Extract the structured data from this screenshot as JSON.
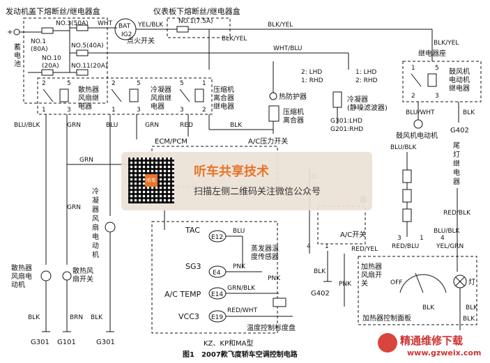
{
  "headers": {
    "engine_box": "发动机盖下熔断丝/继电器盒",
    "dash_box": "仪表板下熔断丝/继电器盒"
  },
  "battery": {
    "sign": "+",
    "label_1": "蓄",
    "label_2": "电",
    "label_3": "池"
  },
  "fuses": {
    "no3": "NO.3(50A)",
    "no1": "NO.1",
    "no1_amp": "(80A)",
    "no5": "NO.5(40A)",
    "no10": "NO.10",
    "no10_amp": "(20A)",
    "no11": "NO.11(20A)",
    "dash_no1": "NO.1(7.5A)"
  },
  "ignition": {
    "bat": "BAT",
    "ig2": "IG2",
    "label": "点火开关"
  },
  "wires": {
    "whit": "WHT",
    "yel_blk": "YEL/BLK",
    "blk_yel_top": "BLK/YEL",
    "blk_yel_mid": "BLK/YEL",
    "blk_yel_right": "BLK/YEL",
    "wht_blu": "WHT/BLU",
    "blu_blk": "BLU/BLK",
    "grn_1": "GRN",
    "blu": "BLU",
    "grn_2": "GRN",
    "red": "RED",
    "blk_1": "BLK",
    "blk_2": "BLK",
    "blu_wht": "BLU/WHT",
    "blu_blk_2": "BLU/BLK",
    "grn_ecm": "GRN",
    "grn_3": "GRN",
    "blk_g301a": "BLK",
    "brn": "BRN",
    "blk_g301b": "BLK",
    "blu_tac": "BLU",
    "pnk": "PNK",
    "grn_blk": "GRN/BLK",
    "red_wht": "RED/WHT",
    "pnk_2": "PNK",
    "red_blk": "RED/BLK",
    "blu_blk_3": "BLU/BLK",
    "red_yel": "RED/YEL",
    "red_blu": "RED/BLU",
    "yel_grn": "YEL/GRN",
    "blk_3": "BLK",
    "blk_4": "BLK",
    "pnk_3": "PNK",
    "el": "EL",
    "blk_heater": "BLK",
    "blk_g402b": "BLK"
  },
  "components": {
    "radiator_relay_1": "散热器",
    "radiator_relay_2": "风扇继",
    "radiator_relay_3": "电器",
    "condenser_relay_1": "冷凝器",
    "condenser_relay_2": "风扇继",
    "condenser_relay_3": "电器",
    "clutch_relay_1": "压缩机",
    "clutch_relay_2": "离合器",
    "clutch_relay_3": "继电器",
    "thermal_protector": "热防护器",
    "compressor_clutch_1": "压缩机",
    "compressor_clutch_2": "离合器",
    "lhd_rhd_1": "2: LHD",
    "lhd_rhd_2": "1: RHD",
    "lhd_rhd_3": "1: LHD",
    "lhd_rhd_4": "2: RHD",
    "condenser_filter_1": "冷凝器",
    "condenser_filter_2": "(静噪滤波器)",
    "relay_base": "继电器座",
    "blower_relay_1": "鼓风机",
    "blower_relay_2": "电动机",
    "blower_relay_3": "继电器",
    "blower_motor": "鼓风机电动机",
    "ac_pressure": "A/C压力开关",
    "ecm_pcm": "ECM/PCM",
    "condenser_motor_1": "冷",
    "condenser_motor_2": "凝",
    "condenser_motor_3": "器",
    "condenser_motor_4": "风",
    "condenser_motor_5": "扇",
    "condenser_motor_6": "电",
    "condenser_motor_7": "动",
    "condenser_motor_8": "机",
    "radiator_motor_1": "散热器",
    "radiator_motor_2": "风扇电",
    "radiator_motor_3": "动机",
    "fan_switch_1": "散热风",
    "fan_switch_2": "扇开关",
    "tac": "TAC",
    "sg3": "SG3",
    "ac_temp": "A/C TEMP",
    "vcc3": "VCC3",
    "evap_sensor_1": "蒸发器温",
    "evap_sensor_2": "度传感器",
    "temp_dial": "温度控制标度盘",
    "ac_switch": "A/C开关",
    "condenser_right": "器",
    "heater_panel": "加热器控制面板",
    "heater_switch_1": "加热器",
    "heater_switch_2": "风扇开",
    "heater_switch_3": "关",
    "off": "OFF",
    "tail_relay_1": "尾",
    "tail_relay_2": "灯",
    "tail_relay_3": "继",
    "tail_relay_4": "电",
    "tail_relay_5": "器",
    "lamp": "灯",
    "model": "KZ、KP和MA型"
  },
  "pins": {
    "e12": "E12",
    "e4": "E4",
    "e14": "E14",
    "e19": "E19"
  },
  "grounds": {
    "g301_a": "G301",
    "g101": "G101",
    "g301_b": "G301",
    "g402_a": "G402",
    "g402_b": "G402",
    "g301_lhd": "G301:LHD",
    "g201_rhd": "G201:RHD"
  },
  "caption": "图1　2007款飞度轿车空调控制电路",
  "overlay": {
    "title": "听车共享技术",
    "subtitle": "扫描左侧二维码关注微信公众号",
    "qr_badge": "听车"
  },
  "watermark": {
    "text": "精通维修下载",
    "url": "www.gzweix.com"
  }
}
